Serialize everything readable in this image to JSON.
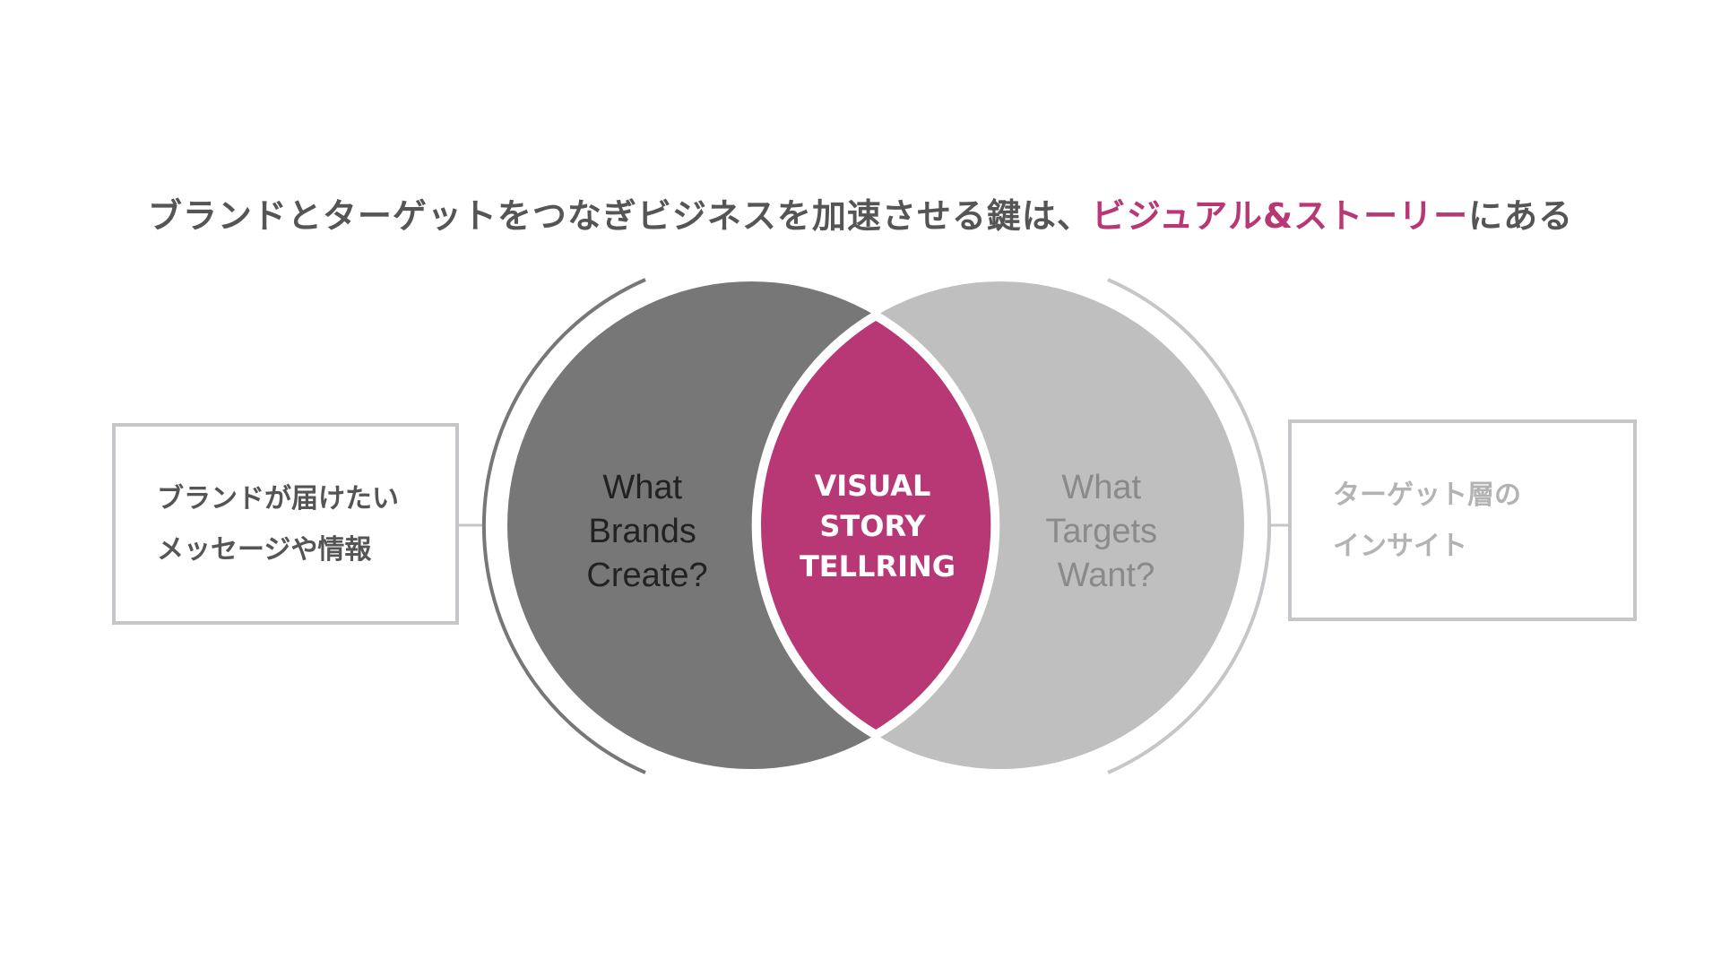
{
  "headline": {
    "main_text": "ブランドとターゲットをつなぎビジネスを加速させる鍵は、",
    "accent_text": "ビジュアル&ストーリー",
    "tail_text": "にある"
  },
  "left_box": {
    "line1": "ブランドが届けたい",
    "line2": "メッセージや情報"
  },
  "right_box": {
    "line1": "ターゲット層の",
    "line2": "インサイト"
  },
  "left_circle": {
    "line1": "What",
    "line2": "Brands",
    "line3": "Create?"
  },
  "center_lens": {
    "line1": "VISUAL",
    "line2": "STORY",
    "line3": "TELLRING"
  },
  "right_circle": {
    "line1": "What",
    "line2": "Targets",
    "line3": "Want?"
  },
  "colors": {
    "left_circle": "#777777",
    "right_circle": "#bfbfbf",
    "accent": "#b83775",
    "left_text": "#222222",
    "right_text": "#8a8a8a",
    "center_text": "#ffffff",
    "connector": "#c6c6ca"
  }
}
